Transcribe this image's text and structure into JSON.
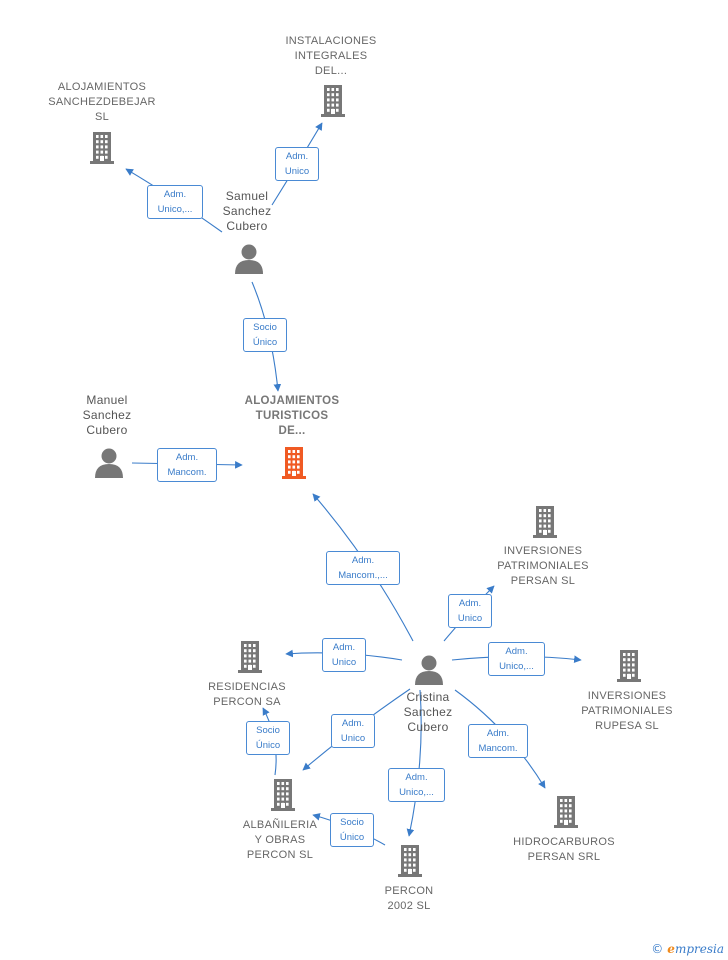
{
  "colors": {
    "edge": "#3a7cc9",
    "icon": "#777777",
    "focus_icon": "#f05a23",
    "label": "#666666"
  },
  "nodes": {
    "instalaciones": {
      "label": [
        "INSTALACIONES",
        "INTEGRALES",
        "DEL..."
      ],
      "icon": "building-icon"
    },
    "alojamientos_sb": {
      "label": [
        "ALOJAMIENTOS",
        "SANCHEZDEBEJAR",
        "SL"
      ],
      "icon": "building-icon"
    },
    "samuel": {
      "label": [
        "Samuel",
        "Sanchez",
        "Cubero"
      ],
      "icon": "person-icon"
    },
    "focus": {
      "label": [
        "ALOJAMIENTOS",
        "TURISTICOS",
        "DE..."
      ],
      "icon": "building-icon"
    },
    "manuel": {
      "label": [
        "Manuel",
        "Sanchez",
        "Cubero"
      ],
      "icon": "person-icon"
    },
    "inv_persan": {
      "label": [
        "INVERSIONES",
        "PATRIMONIALES",
        "PERSAN SL"
      ],
      "icon": "building-icon"
    },
    "residencias": {
      "label": [
        "RESIDENCIAS",
        "PERCON SA"
      ],
      "icon": "building-icon"
    },
    "cristina": {
      "label": [
        "Cristina",
        "Sanchez",
        "Cubero"
      ],
      "icon": "person-icon"
    },
    "inv_rupesa": {
      "label": [
        "INVERSIONES",
        "PATRIMONIALES",
        "RUPESA  SL"
      ],
      "icon": "building-icon"
    },
    "albanileria": {
      "label": [
        "ALBAÑILERIA",
        "Y OBRAS",
        "PERCON SL"
      ],
      "icon": "building-icon"
    },
    "hidrocarburos": {
      "label": [
        "HIDROCARBUROS",
        "PERSAN SRL"
      ],
      "icon": "building-icon"
    },
    "percon2002": {
      "label": [
        "PERCON",
        "2002 SL"
      ],
      "icon": "building-icon"
    }
  },
  "relations": [
    {
      "lines": [
        "Adm.",
        "Unico"
      ]
    },
    {
      "lines": [
        "Adm.",
        "Unico,..."
      ]
    },
    {
      "lines": [
        "Socio",
        "Único"
      ]
    },
    {
      "lines": [
        "Adm.",
        "Mancom."
      ]
    },
    {
      "lines": [
        "Adm.",
        "Mancom.,..."
      ]
    },
    {
      "lines": [
        "Adm.",
        "Unico"
      ]
    },
    {
      "lines": [
        "Adm.",
        "Unico"
      ]
    },
    {
      "lines": [
        "Adm.",
        "Unico,..."
      ]
    },
    {
      "lines": [
        "Socio",
        "Único"
      ]
    },
    {
      "lines": [
        "Adm.",
        "Unico"
      ]
    },
    {
      "lines": [
        "Adm.",
        "Mancom."
      ]
    },
    {
      "lines": [
        "Adm.",
        "Unico,..."
      ]
    },
    {
      "lines": [
        "Socio",
        "Único"
      ]
    }
  ],
  "footer": {
    "copyright": "©",
    "brand_initial": "e",
    "brand_rest": "mpresia"
  }
}
